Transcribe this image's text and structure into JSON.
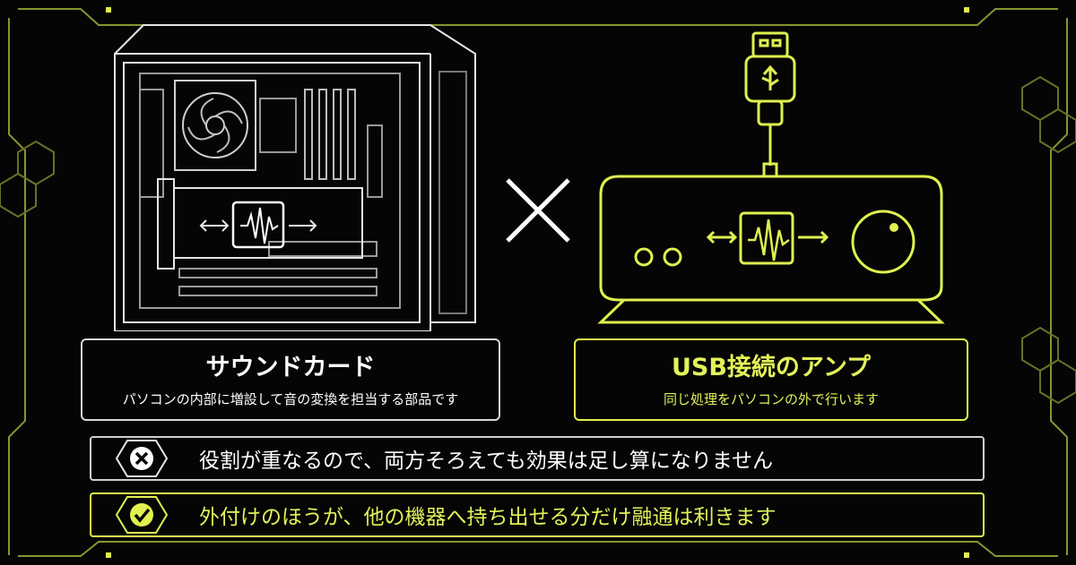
{
  "left_label": {
    "title": "サウンドカード",
    "subtitle": "パソコンの内部に増設して音の変換を担当する部品です"
  },
  "right_label": {
    "title": "USB接続のアンプ",
    "subtitle": "同じ処理をパソコンの外で行います"
  },
  "rows": [
    {
      "icon": "x-icon",
      "text": "役割が重なるので、両方そろえても効果は足し算になりません"
    },
    {
      "icon": "check-icon",
      "text": "外付けのほうが、他の機器へ持ち出せる分だけ融通は利きます"
    }
  ],
  "colors": {
    "accent": "#dff050",
    "line": "#d8d8d8",
    "background": "#050505"
  }
}
